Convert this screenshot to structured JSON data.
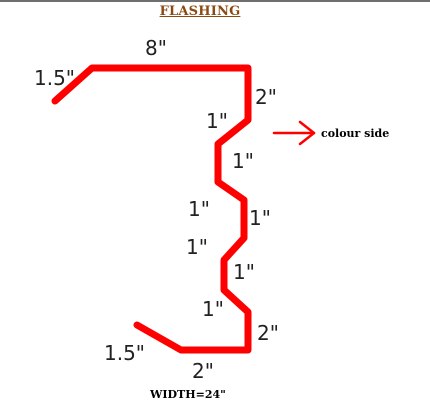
{
  "title": "FLASHING",
  "labels": {
    "top_return": "1.5\"",
    "top_width": "8\"",
    "right_drop": "2\"",
    "zig1": "1\"",
    "zig2": "1\"",
    "zig3": "1\"",
    "zig4": "1\"",
    "zig5": "1\"",
    "zig6": "1\"",
    "zig7": "1\"",
    "bottom_drop": "2\"",
    "bottom_width": "2\"",
    "bottom_return": "1.5\""
  },
  "annotation": "colour side",
  "footer": "WIDTH=24\"",
  "colors": {
    "profile": "#ff0000",
    "title": "#8b4a14"
  }
}
